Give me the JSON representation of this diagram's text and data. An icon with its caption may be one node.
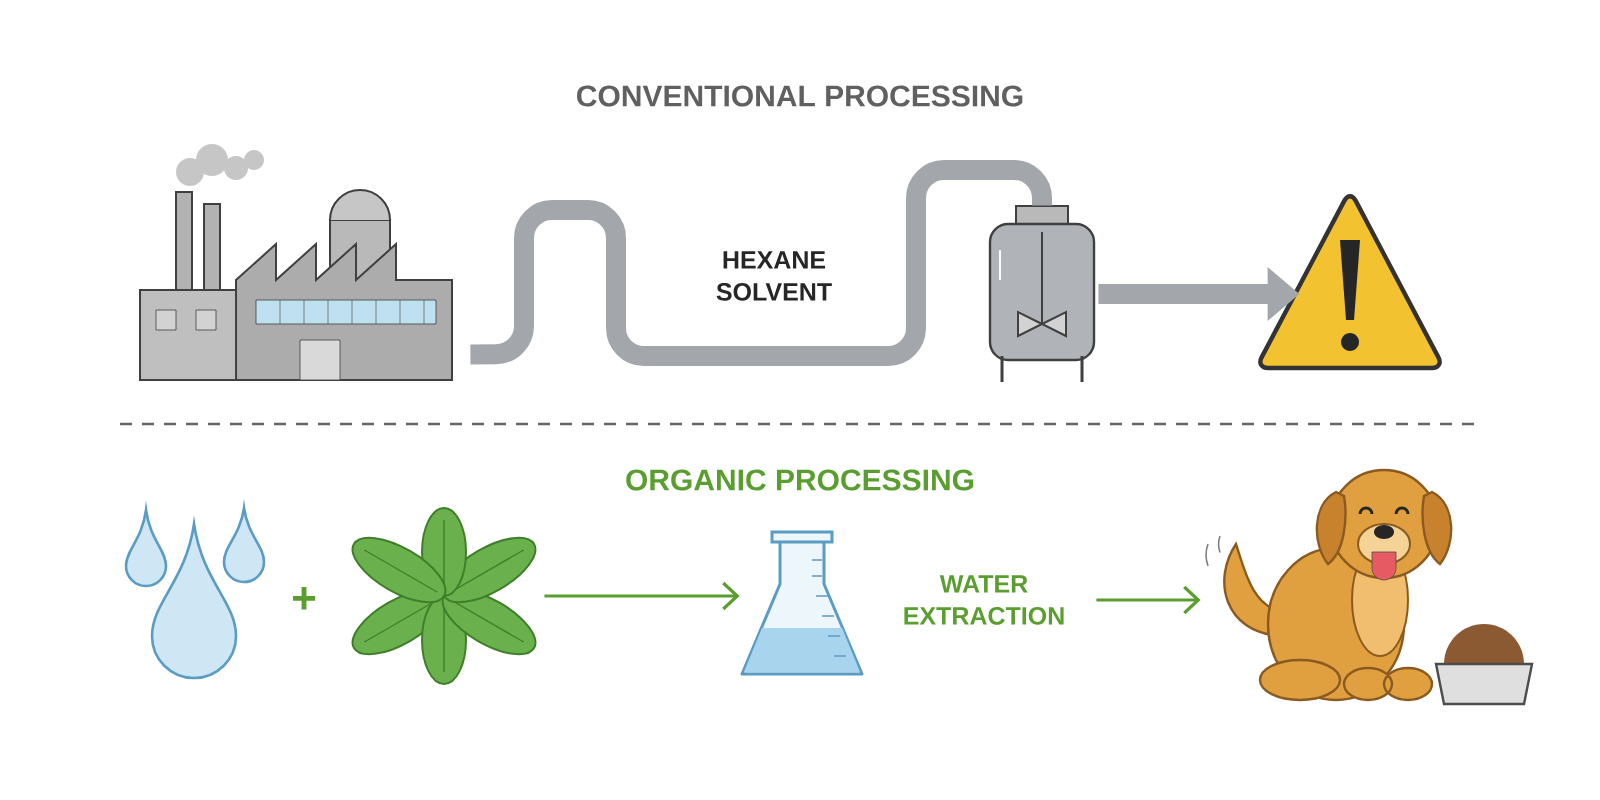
{
  "diagram": {
    "nodes": [
      {
        "text": [],
        "shape": "picture"
      },
      {
        "text": [],
        "shape": "picture"
      },
      {
        "text": [],
        "shape": "picture"
      },
      {
        "text": [],
        "shape": "picture"
      },
      {
        "text": [],
        "shape": "picture"
      },
      {
        "text": [],
        "shape": "picture"
      },
      {
        "text": [
          "WATER EXTRACTION"
        ]
      },
      {
        "text": [],
        "shape": "picture"
      }
    ],
    "edges": [
      {
        "from": 0,
        "to": 1,
        "arrow": "none",
        "style": "thick",
        "color": "#a3a7ab"
      },
      {
        "from": 1,
        "to": 2,
        "arrow": "to",
        "style": "thick",
        "color": "#a3a7ab"
      },
      {
        "from": 4,
        "to": 5,
        "arrow": "to",
        "color": "#5a9e2f"
      },
      {
        "from": 6,
        "to": 7,
        "arrow": "to",
        "color": "#5a9e2f"
      }
    ],
    "labels": [
      "CONVENTIONAL PROCESSING",
      "HEXANE SOLVENT",
      "ORGANIC PROCESSING",
      "+"
    ]
  }
}
